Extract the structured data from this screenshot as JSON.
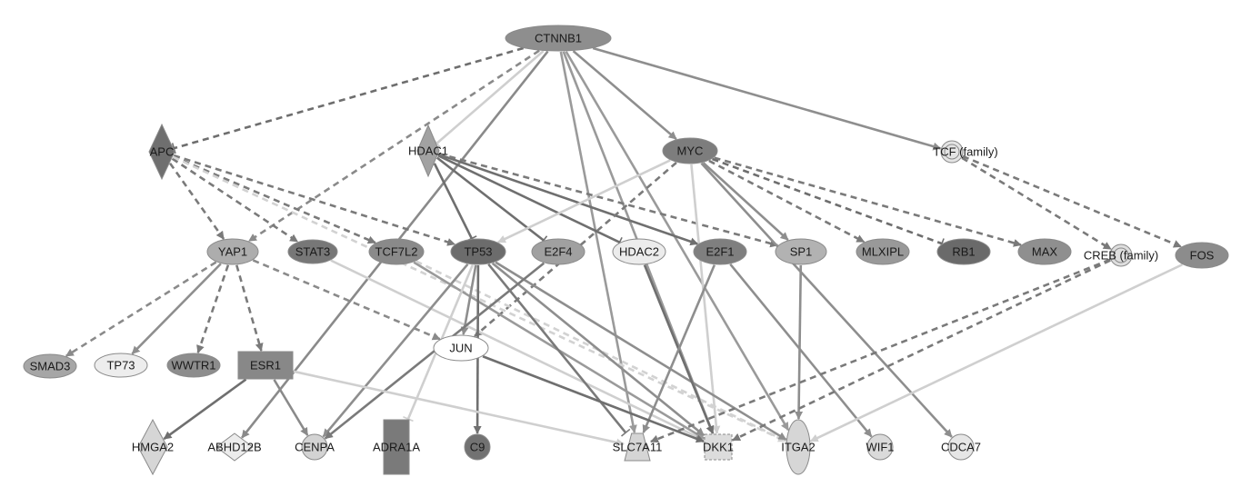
{
  "nodes": [
    {
      "id": "CTNNB1",
      "label": "CTNNB1",
      "shape": "ellipse",
      "fill": "#8e8e8e"
    },
    {
      "id": "APC",
      "label": "APC",
      "shape": "diamond",
      "fill": "#6f6f6f"
    },
    {
      "id": "HDAC1",
      "label": "HDAC1",
      "shape": "diamond",
      "fill": "#a2a2a2"
    },
    {
      "id": "MYC",
      "label": "MYC",
      "shape": "ellipse",
      "fill": "#7d7d7d"
    },
    {
      "id": "TCF",
      "label": "TCF (family)",
      "shape": "double-circle",
      "fill": "#e4e4e4"
    },
    {
      "id": "YAP1",
      "label": "YAP1",
      "shape": "ellipse",
      "fill": "#adadad"
    },
    {
      "id": "STAT3",
      "label": "STAT3",
      "shape": "ellipse",
      "fill": "#777777"
    },
    {
      "id": "TCF7L2",
      "label": "TCF7L2",
      "shape": "ellipse",
      "fill": "#8a8a8a"
    },
    {
      "id": "TP53",
      "label": "TP53",
      "shape": "ellipse",
      "fill": "#6c6c6c"
    },
    {
      "id": "E2F4",
      "label": "E2F4",
      "shape": "ellipse",
      "fill": "#a0a0a0"
    },
    {
      "id": "HDAC2",
      "label": "HDAC2",
      "shape": "ellipse",
      "fill": "#ececec"
    },
    {
      "id": "E2F1",
      "label": "E2F1",
      "shape": "ellipse",
      "fill": "#7f7f7f"
    },
    {
      "id": "SP1",
      "label": "SP1",
      "shape": "ellipse",
      "fill": "#b2b2b2"
    },
    {
      "id": "MLXIPL",
      "label": "MLXIPL",
      "shape": "ellipse",
      "fill": "#999999"
    },
    {
      "id": "RB1",
      "label": "RB1",
      "shape": "ellipse",
      "fill": "#6a6a6a"
    },
    {
      "id": "MAX",
      "label": "MAX",
      "shape": "ellipse",
      "fill": "#8f8f8f"
    },
    {
      "id": "CREB",
      "label": "CREB (family)",
      "shape": "double-circle",
      "fill": "#dedede"
    },
    {
      "id": "FOS",
      "label": "FOS",
      "shape": "ellipse",
      "fill": "#8c8c8c"
    },
    {
      "id": "SMAD3",
      "label": "SMAD3",
      "shape": "ellipse",
      "fill": "#a6a6a6"
    },
    {
      "id": "TP73",
      "label": "TP73",
      "shape": "ellipse",
      "fill": "#ededed"
    },
    {
      "id": "WWTR1",
      "label": "WWTR1",
      "shape": "ellipse",
      "fill": "#8d8d8d"
    },
    {
      "id": "ESR1",
      "label": "ESR1",
      "shape": "rect",
      "fill": "#888888"
    },
    {
      "id": "JUN",
      "label": "JUN",
      "shape": "ellipse",
      "fill": "#ffffff"
    },
    {
      "id": "HMGA2",
      "label": "HMGA2",
      "shape": "diamond",
      "fill": "#d6d6d6"
    },
    {
      "id": "ABHD12B",
      "label": "ABHD12B",
      "shape": "diamond",
      "fill": "#ececec"
    },
    {
      "id": "CENPA",
      "label": "CENPA",
      "shape": "circle",
      "fill": "#d3d3d3"
    },
    {
      "id": "ADRA1A",
      "label": "ADRA1A",
      "shape": "tallrect",
      "fill": "#7a7a7a"
    },
    {
      "id": "C9",
      "label": "C9",
      "shape": "circle",
      "fill": "#727272"
    },
    {
      "id": "SLC7A11",
      "label": "SLC7A11",
      "shape": "trapezoid",
      "fill": "#d5d5d5"
    },
    {
      "id": "DKK1",
      "label": "DKK1",
      "shape": "dashed-rect",
      "fill": "#dcdcdc"
    },
    {
      "id": "ITGA2",
      "label": "ITGA2",
      "shape": "tall-ellipse",
      "fill": "#d6d6d6"
    },
    {
      "id": "WIF1",
      "label": "WIF1",
      "shape": "circle",
      "fill": "#dadada"
    },
    {
      "id": "CDCA7",
      "label": "CDCA7",
      "shape": "circle",
      "fill": "#e6e6e6"
    }
  ],
  "edges": [
    {
      "from": "CTNNB1",
      "to": "APC",
      "type": "inhibit",
      "dashed": true,
      "color": "#6e6e6e"
    },
    {
      "from": "CTNNB1",
      "to": "YAP1",
      "type": "arrow",
      "dashed": true,
      "color": "#8a8a8a"
    },
    {
      "from": "CTNNB1",
      "to": "HDAC1",
      "type": "inhibit",
      "dashed": false,
      "color": "#cfcfcf"
    },
    {
      "from": "CTNNB1",
      "to": "ABHD12B",
      "type": "arrow",
      "dashed": false,
      "color": "#8a8a8a"
    },
    {
      "from": "CTNNB1",
      "to": "MYC",
      "type": "arrow",
      "dashed": false,
      "color": "#8e8e8e"
    },
    {
      "from": "CTNNB1",
      "to": "TCF",
      "type": "arrow",
      "dashed": false,
      "color": "#8e8e8e"
    },
    {
      "from": "CTNNB1",
      "to": "SLC7A11",
      "type": "arrow",
      "dashed": false,
      "color": "#9a9a9a"
    },
    {
      "from": "CTNNB1",
      "to": "DKK1",
      "type": "arrow",
      "dashed": false,
      "color": "#9a9a9a"
    },
    {
      "from": "CTNNB1",
      "to": "ITGA2",
      "type": "arrow",
      "dashed": false,
      "color": "#9a9a9a"
    },
    {
      "from": "APC",
      "to": "YAP1",
      "type": "arrow",
      "dashed": true,
      "color": "#7a7a7a"
    },
    {
      "from": "APC",
      "to": "STAT3",
      "type": "arrow",
      "dashed": true,
      "color": "#7a7a7a"
    },
    {
      "from": "APC",
      "to": "TCF7L2",
      "type": "arrow",
      "dashed": true,
      "color": "#7a7a7a"
    },
    {
      "from": "APC",
      "to": "TP53",
      "type": "arrow",
      "dashed": true,
      "color": "#7a7a7a"
    },
    {
      "from": "APC",
      "to": "ITGA2",
      "type": "arrow",
      "dashed": true,
      "color": "#d2d2d2"
    },
    {
      "from": "HDAC1",
      "to": "TP53",
      "type": "inhibit",
      "dashed": false,
      "color": "#6f6f6f"
    },
    {
      "from": "HDAC1",
      "to": "E2F4",
      "type": "inhibit",
      "dashed": false,
      "color": "#6f6f6f"
    },
    {
      "from": "HDAC1",
      "to": "HDAC2",
      "type": "inhibit",
      "dashed": false,
      "color": "#6f6f6f"
    },
    {
      "from": "HDAC1",
      "to": "E2F1",
      "type": "arrow",
      "dashed": false,
      "color": "#6f6f6f"
    },
    {
      "from": "HDAC1",
      "to": "SP1",
      "type": "arrow",
      "dashed": true,
      "color": "#7a7a7a"
    },
    {
      "from": "MYC",
      "to": "TP53",
      "type": "arrow",
      "dashed": false,
      "color": "#cfcfcf"
    },
    {
      "from": "MYC",
      "to": "JUN",
      "type": "arrow",
      "dashed": true,
      "color": "#7a7a7a"
    },
    {
      "from": "MYC",
      "to": "DKK1",
      "type": "arrow",
      "dashed": false,
      "color": "#cfcfcf"
    },
    {
      "from": "MYC",
      "to": "SP1",
      "type": "arrow",
      "dashed": false,
      "color": "#8e8e8e"
    },
    {
      "from": "MYC",
      "to": "MLXIPL",
      "type": "arrow",
      "dashed": true,
      "color": "#7a7a7a"
    },
    {
      "from": "MYC",
      "to": "RB1",
      "type": "inhibit",
      "dashed": true,
      "color": "#6e6e6e"
    },
    {
      "from": "MYC",
      "to": "MAX",
      "type": "arrow",
      "dashed": true,
      "color": "#7a7a7a"
    },
    {
      "from": "MYC",
      "to": "CDCA7",
      "type": "arrow",
      "dashed": false,
      "color": "#8e8e8e"
    },
    {
      "from": "TCF",
      "to": "CREB",
      "type": "arrow",
      "dashed": true,
      "color": "#7a7a7a"
    },
    {
      "from": "TCF",
      "to": "FOS",
      "type": "arrow",
      "dashed": true,
      "color": "#7a7a7a"
    },
    {
      "from": "YAP1",
      "to": "SMAD3",
      "type": "arrow",
      "dashed": true,
      "color": "#8a8a8a"
    },
    {
      "from": "YAP1",
      "to": "TP73",
      "type": "arrow",
      "dashed": false,
      "color": "#8e8e8e"
    },
    {
      "from": "YAP1",
      "to": "WWTR1",
      "type": "arrow",
      "dashed": true,
      "color": "#7a7a7a"
    },
    {
      "from": "YAP1",
      "to": "ESR1",
      "type": "arrow",
      "dashed": true,
      "color": "#7a7a7a"
    },
    {
      "from": "YAP1",
      "to": "JUN",
      "type": "arrow",
      "dashed": true,
      "color": "#8a8a8a"
    },
    {
      "from": "STAT3",
      "to": "DKK1",
      "type": "arrow",
      "dashed": false,
      "color": "#cfcfcf"
    },
    {
      "from": "TCF7L2",
      "to": "DKK1",
      "type": "arrow",
      "dashed": false,
      "color": "#9a9a9a"
    },
    {
      "from": "TCF7L2",
      "to": "ITGA2",
      "type": "arrow",
      "dashed": true,
      "color": "#d2d2d2"
    },
    {
      "from": "TP53",
      "to": "JUN",
      "type": "arrow",
      "dashed": false,
      "color": "#8e8e8e"
    },
    {
      "from": "TP53",
      "to": "C9",
      "type": "arrow",
      "dashed": false,
      "color": "#707070"
    },
    {
      "from": "TP53",
      "to": "CENPA",
      "type": "arrow",
      "dashed": false,
      "color": "#8e8e8e"
    },
    {
      "from": "TP53",
      "to": "SLC7A11",
      "type": "inhibit",
      "dashed": false,
      "color": "#7a7a7a"
    },
    {
      "from": "TP53",
      "to": "DKK1",
      "type": "arrow",
      "dashed": false,
      "color": "#8e8e8e"
    },
    {
      "from": "TP53",
      "to": "ITGA2",
      "type": "arrow",
      "dashed": false,
      "color": "#8e8e8e"
    },
    {
      "from": "TP53",
      "to": "ADRA1A",
      "type": "inhibit",
      "dashed": false,
      "color": "#cfcfcf"
    },
    {
      "from": "E2F4",
      "to": "CENPA",
      "type": "arrow",
      "dashed": false,
      "color": "#7a7a7a"
    },
    {
      "from": "HDAC2",
      "to": "DKK1",
      "type": "arrow",
      "dashed": false,
      "color": "#6f6f6f"
    },
    {
      "from": "E2F1",
      "to": "SLC7A11",
      "type": "arrow",
      "dashed": false,
      "color": "#8e8e8e"
    },
    {
      "from": "E2F1",
      "to": "WIF1",
      "type": "arrow",
      "dashed": false,
      "color": "#8e8e8e"
    },
    {
      "from": "SP1",
      "to": "ITGA2",
      "type": "arrow",
      "dashed": false,
      "color": "#8e8e8e"
    },
    {
      "from": "CREB",
      "to": "DKK1",
      "type": "arrow",
      "dashed": true,
      "color": "#7a7a7a"
    },
    {
      "from": "CREB",
      "to": "SLC7A11",
      "type": "arrow",
      "dashed": true,
      "color": "#7a7a7a"
    },
    {
      "from": "FOS",
      "to": "ITGA2",
      "type": "arrow",
      "dashed": false,
      "color": "#cfcfcf"
    },
    {
      "from": "ESR1",
      "to": "HMGA2",
      "type": "arrow",
      "dashed": false,
      "color": "#6f6f6f"
    },
    {
      "from": "ESR1",
      "to": "CENPA",
      "type": "arrow",
      "dashed": false,
      "color": "#8a8a8a"
    },
    {
      "from": "ESR1",
      "to": "SLC7A11",
      "type": "arrow",
      "dashed": false,
      "color": "#cfcfcf"
    },
    {
      "from": "JUN",
      "to": "DKK1",
      "type": "arrow",
      "dashed": false,
      "color": "#6f6f6f"
    }
  ]
}
